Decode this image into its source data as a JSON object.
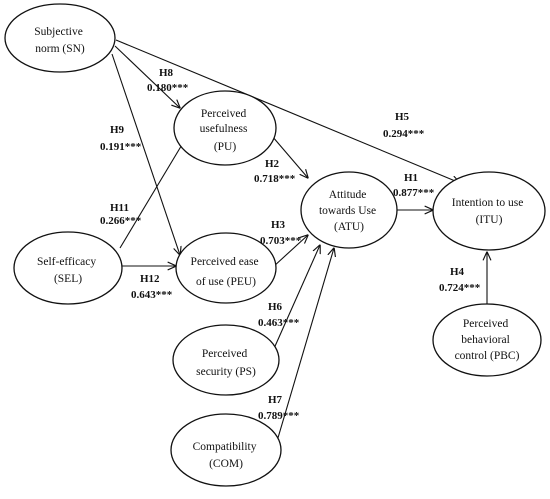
{
  "nodes": {
    "sn": {
      "lines": [
        "Subjective",
        "norm (SN)"
      ]
    },
    "sel": {
      "lines": [
        "Self-efficacy",
        "(SEL)"
      ]
    },
    "pu": {
      "lines": [
        "Perceived",
        "usefulness",
        "(PU)"
      ]
    },
    "peu": {
      "lines": [
        "Perceived ease",
        "of use (PEU)"
      ]
    },
    "ps": {
      "lines": [
        "Perceived",
        "security (PS)"
      ]
    },
    "com": {
      "lines": [
        "Compatibility",
        "(COM)"
      ]
    },
    "atu": {
      "lines": [
        "Attitude",
        "towards Use",
        "(ATU)"
      ]
    },
    "itu": {
      "lines": [
        "Intention to use",
        "(ITU)"
      ]
    },
    "pbc": {
      "lines": [
        "Perceived",
        "behavioral",
        "control (PBC)"
      ]
    }
  },
  "hypotheses": {
    "h1": {
      "id": "H1",
      "coef": "0.877***"
    },
    "h2": {
      "id": "H2",
      "coef": "0.718***"
    },
    "h3": {
      "id": "H3",
      "coef": "0.703***"
    },
    "h4": {
      "id": "H4",
      "coef": "0.724***"
    },
    "h5": {
      "id": "H5",
      "coef": "0.294***"
    },
    "h6": {
      "id": "H6",
      "coef": "0.463***"
    },
    "h7": {
      "id": "H7",
      "coef": "0.789***"
    },
    "h8": {
      "id": "H8",
      "coef": "0.180***"
    },
    "h9": {
      "id": "H9",
      "coef": "0.191***"
    },
    "h11": {
      "id": "H11",
      "coef": "0.266***"
    },
    "h12": {
      "id": "H12",
      "coef": "0.643***"
    }
  }
}
